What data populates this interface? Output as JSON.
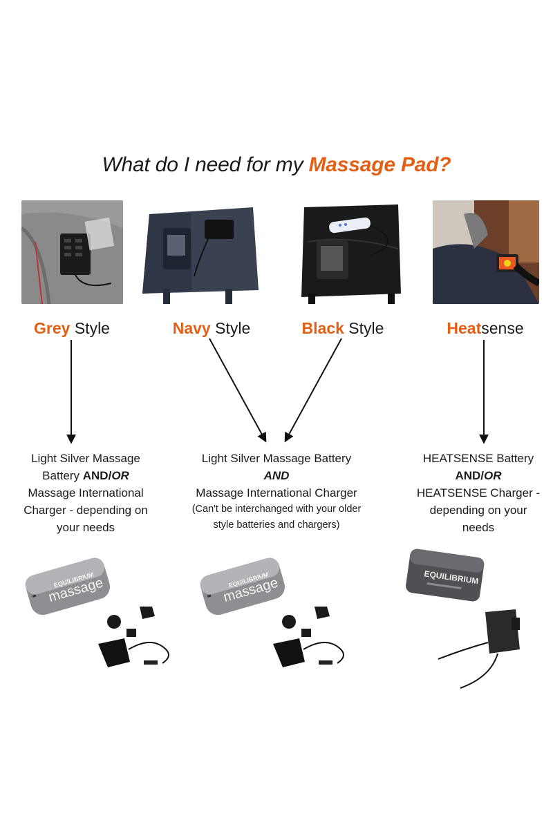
{
  "title": {
    "prefix": "What do I need for my ",
    "accent": "Massage Pad?"
  },
  "styles": [
    {
      "highlight": "Grey",
      "rest": " Style"
    },
    {
      "highlight": "Navy",
      "rest": " Style"
    },
    {
      "highlight": "Black",
      "rest": " Style"
    },
    {
      "highlight": "Heat",
      "rest": "sense"
    }
  ],
  "options": [
    {
      "line1": "Light Silver Massage",
      "line2_a": "Battery ",
      "line2_and": "AND",
      "line2_slash": "/",
      "line2_or": "OR",
      "line3": "Massage International",
      "line4": "Charger - depending on",
      "line5": "your needs"
    },
    {
      "line1": "Light Silver Massage Battery",
      "line2_and": "AND",
      "line3": "Massage International Charger",
      "note1": "(Can't be interchanged with your older",
      "note2": "style batteries and chargers)"
    },
    {
      "line1": "HEATSENSE Battery",
      "line2_and": "AND",
      "line2_slash": "/",
      "line2_or": "OR",
      "line3": "HEATSENSE Charger -",
      "line4": "depending on your",
      "line5": "needs"
    }
  ],
  "products": {
    "battery_brand_top": "EQUILIBRIUM",
    "battery_brand_main": "massage",
    "heatsense_brand": "EQUILIBRIUM"
  },
  "colors": {
    "accent": "#e35f14",
    "text": "#1a1a1a"
  }
}
